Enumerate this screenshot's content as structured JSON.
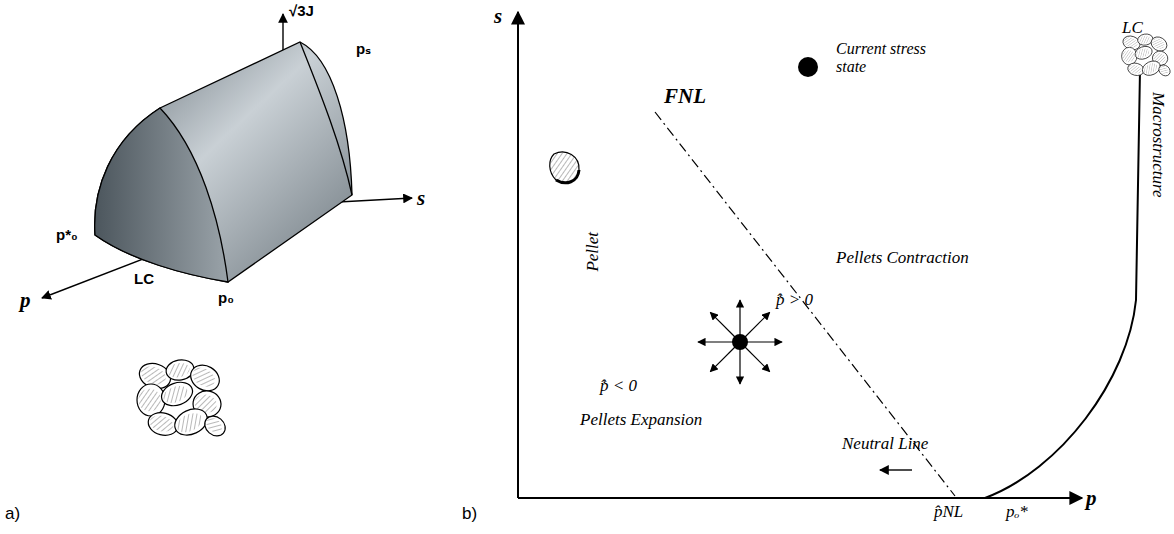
{
  "diagram": {
    "labels": [
      "√3J",
      "s",
      "p",
      "p*₀",
      "LC",
      "p₀",
      "pₛ",
      "a)",
      "s",
      "Current stress state",
      "LC",
      "Macrostructure",
      "FNL",
      "Pellet",
      "p̂̇ > 0",
      "Pellets Contraction",
      "p̂̇ < 0",
      "Pellets Expansion",
      "Neutral Line",
      "p̂NL",
      "pₒ*",
      "p",
      "b)"
    ]
  }
}
